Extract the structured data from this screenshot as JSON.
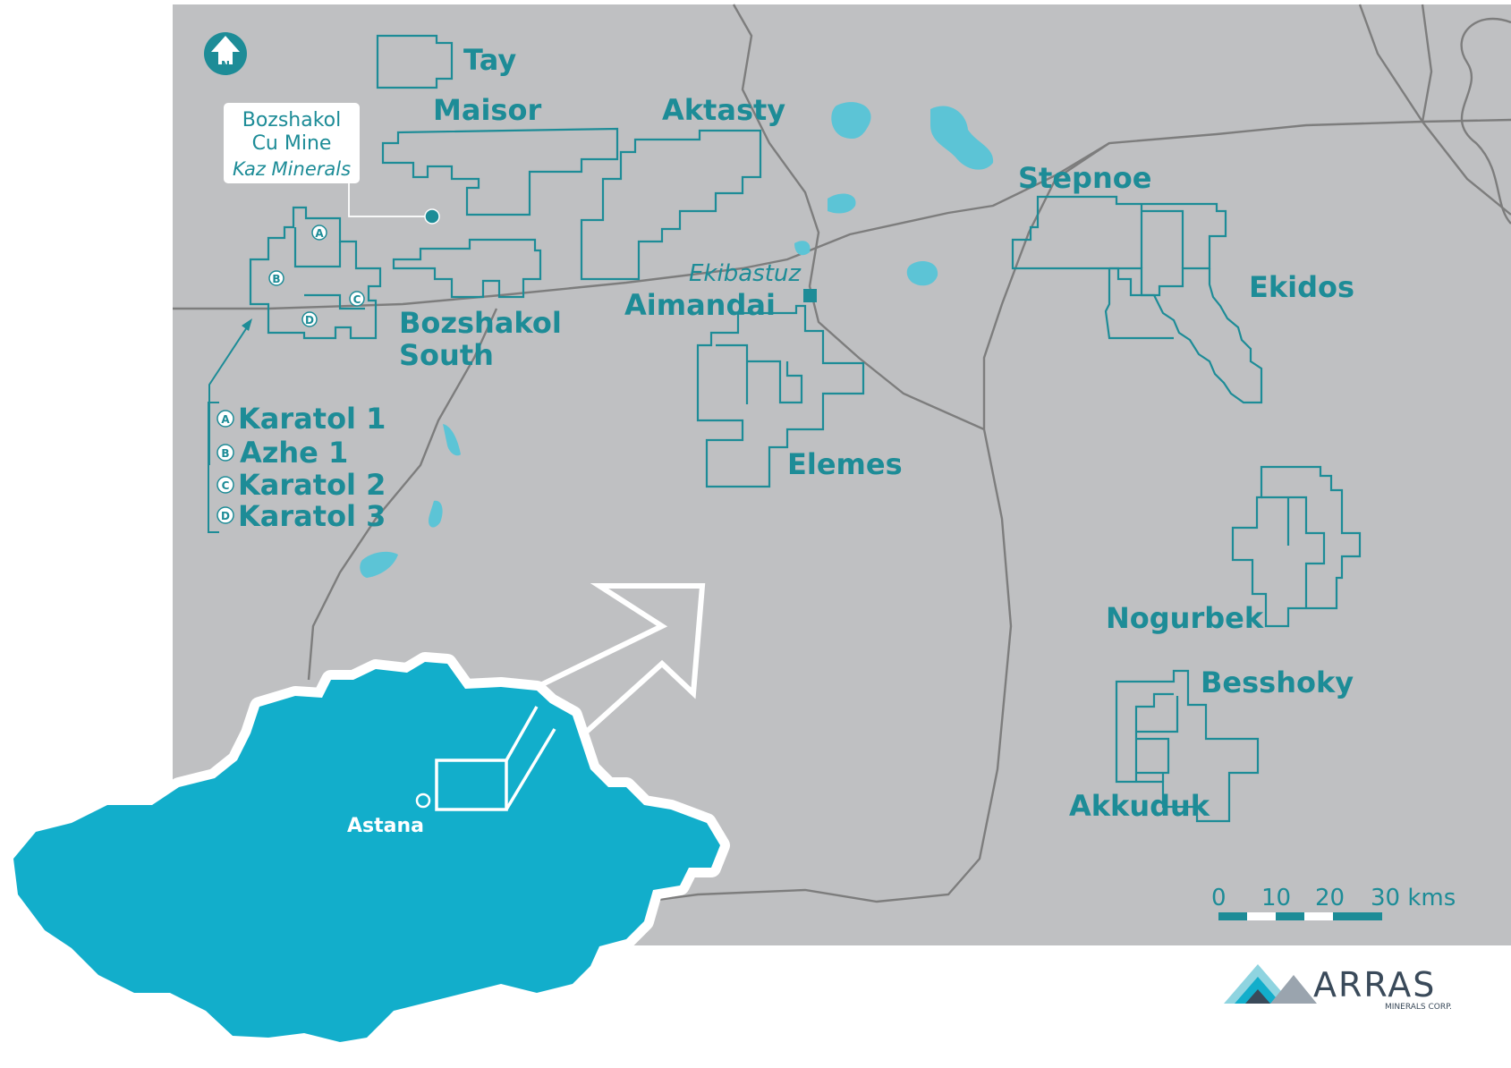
{
  "map": {
    "north_label": "N",
    "tenements": {
      "tay": "Tay",
      "maisor": "Maisor",
      "aktasty": "Aktasty",
      "stepnoe": "Stepnoe",
      "ekidos": "Ekidos",
      "aimandai": "Aimandai",
      "bozshakol_south_line1": "Bozshakol",
      "bozshakol_south_line2": "South",
      "elemes": "Elemes",
      "nogurbek": "Nogurbek",
      "besshoky": "Besshoky",
      "akkuduk": "Akkuduk"
    },
    "town": "Ekibastuz",
    "callout": {
      "line1": "Bozshakol",
      "line2": "Cu Mine",
      "line3": "Kaz Minerals"
    },
    "karatol_legend": [
      {
        "letter": "A",
        "name": "Karatol 1"
      },
      {
        "letter": "B",
        "name": "Azhe 1"
      },
      {
        "letter": "C",
        "name": "Karatol 2"
      },
      {
        "letter": "D",
        "name": "Karatol 3"
      }
    ],
    "inset": {
      "city": "Astana"
    },
    "scale_bar": {
      "ticks": [
        "0",
        "10",
        "20",
        "30 kms"
      ]
    },
    "brand": {
      "name": "ARRAS",
      "sub": "MINERALS CORP."
    },
    "colors": {
      "map_background": "#bfc0c2",
      "accent": "#1d8c97",
      "inset_fill": "#12aecb",
      "lake": "#5cc4d6",
      "road": "#7d7d7d"
    }
  }
}
